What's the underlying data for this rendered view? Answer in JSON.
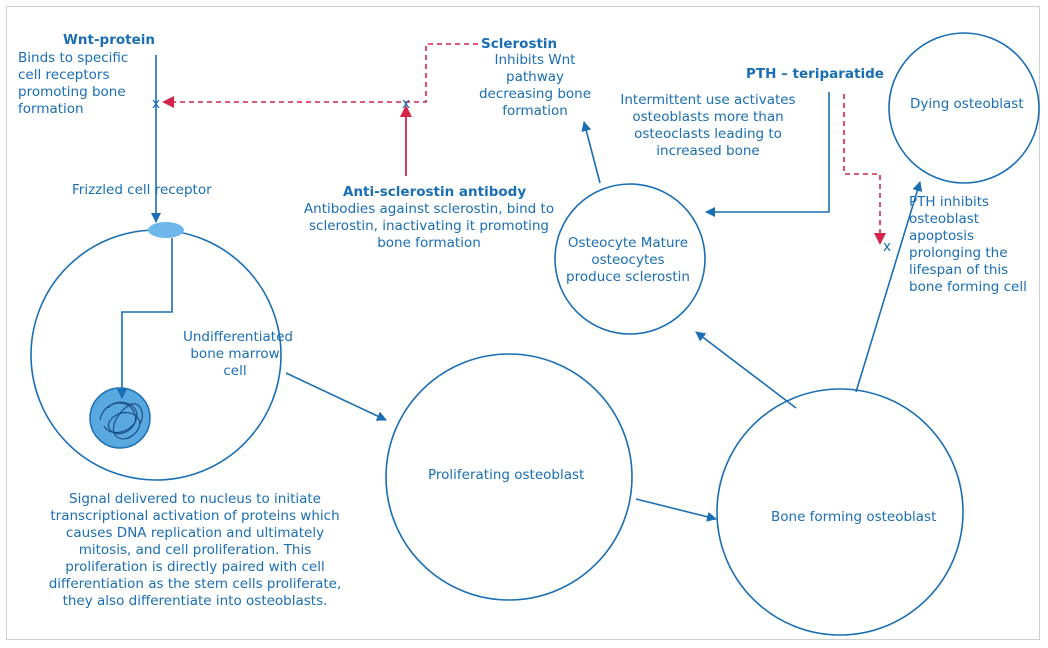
{
  "colors": {
    "blue": "#1a6eb4",
    "red": "#d4244a",
    "nucleus_fill": "#5aa8e0",
    "receptor_fill": "#6db7ea"
  },
  "wnt": {
    "title": "Wnt-protein",
    "desc": "Binds to specific cell receptors promoting bone formation"
  },
  "sclerostin": {
    "title": "Sclerostin",
    "desc": "Inhibits Wnt pathway decreasing bone formation"
  },
  "antibody": {
    "title": "Anti-sclerostin antibody",
    "desc": "Antibodies against sclerostin, bind to sclerostin, inactivating it promoting bone formation"
  },
  "pth": {
    "title": "PTH – teriparatide",
    "desc": "Intermittent use activates osteoblasts more than osteoclasts leading to increased bone"
  },
  "pth_apoptosis": "PTH inhibits osteoblast apoptosis prolonging the lifespan of this bone forming cell",
  "frizzled": "Frizzled cell receptor",
  "cells": {
    "undifferentiated": "Undifferentiated bone marrow cell",
    "proliferating": "Proliferating osteoblast",
    "bone_forming": "Bone forming osteoblast",
    "osteocyte": "Osteocyte Mature osteocytes produce sclerostin",
    "dying": "Dying osteoblast"
  },
  "signal_text": "Signal delivered to nucleus to initiate transcriptional activation of proteins which causes DNA replication and ultimately mitosis, and cell proliferation. This proliferation is directly paired with cell differentiation as the stem cells proliferate, they also differentiate into osteoblasts.",
  "x_mark": "x"
}
